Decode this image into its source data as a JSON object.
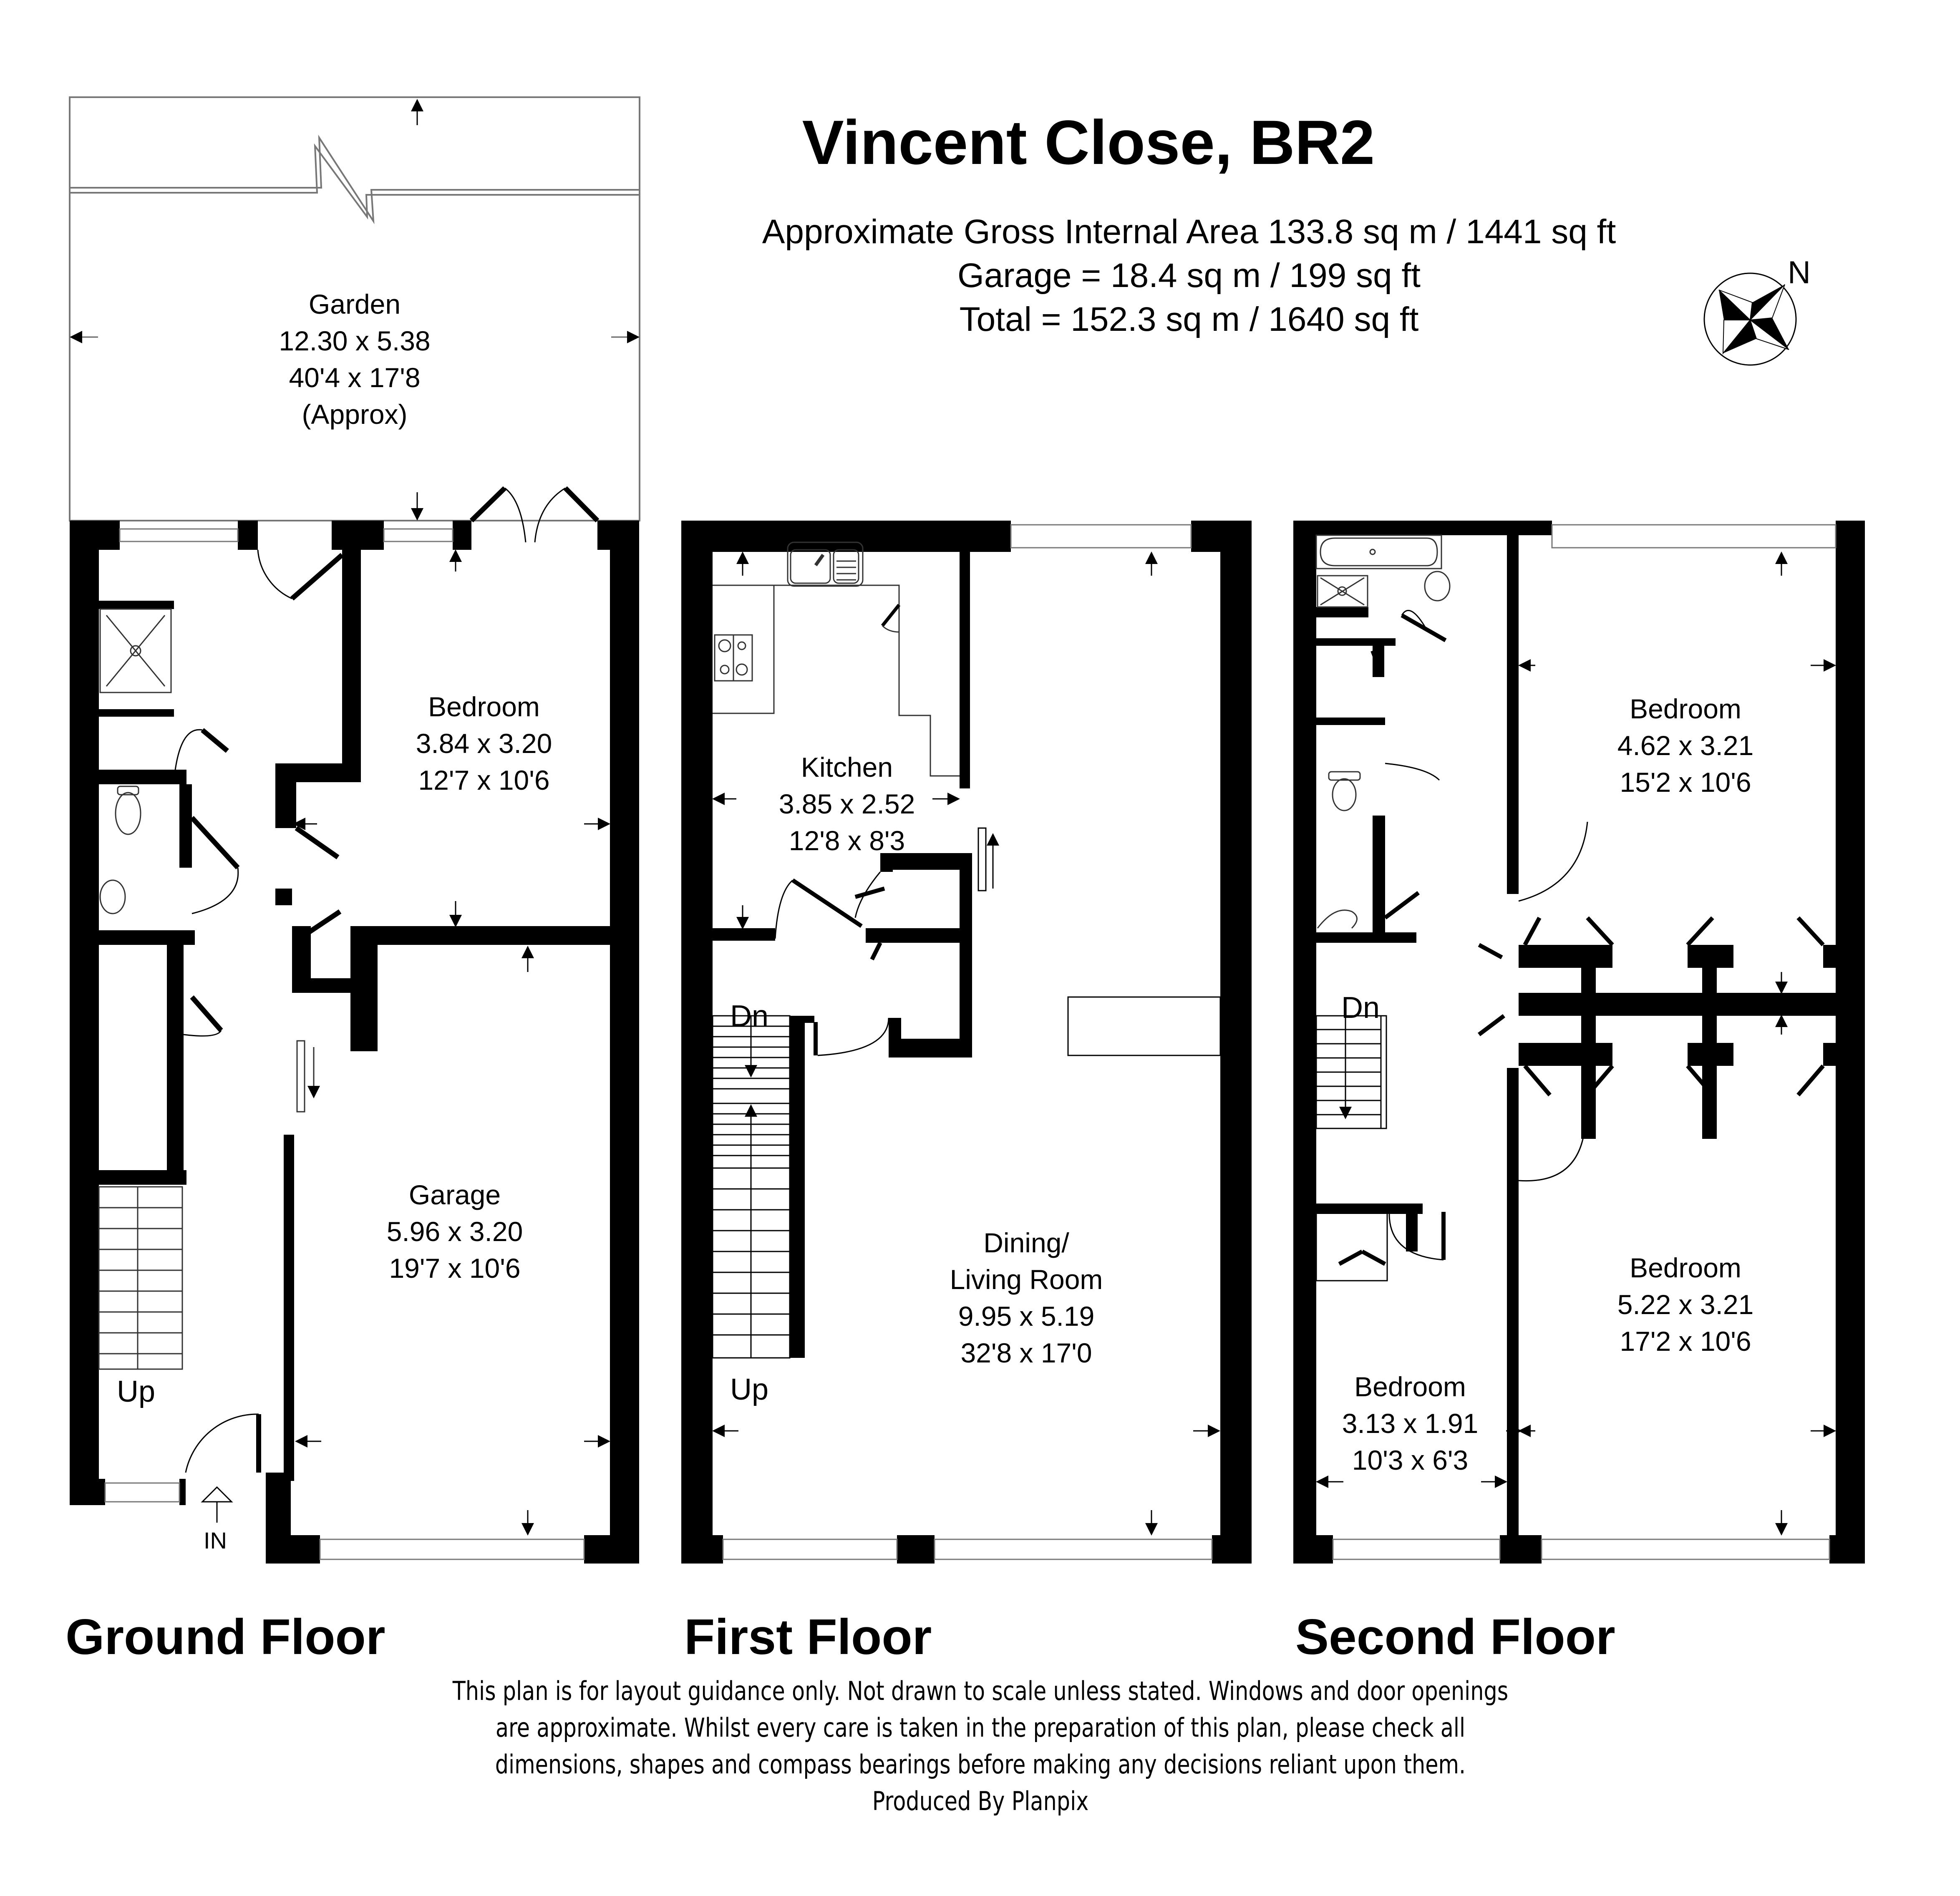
{
  "header": {
    "title": "Vincent Close, BR2",
    "gross_internal_area": "Approximate Gross Internal Area 133.8 sq m / 1441 sq ft",
    "garage_area": "Garage = 18.4 sq m / 199 sq ft",
    "total_area": "Total = 152.3 sq m / 1640 sq ft"
  },
  "compass": {
    "label": "N",
    "icon": "compass-rose-icon"
  },
  "floors": [
    {
      "name": "Ground Floor",
      "rooms": [
        {
          "name": "Garden",
          "metric": "12.30 x 5.38",
          "imperial": "40'4 x 17'8",
          "note": "(Approx)"
        },
        {
          "name": "Bedroom",
          "metric": "3.84 x 3.20",
          "imperial": "12'7 x 10'6"
        },
        {
          "name": "Garage",
          "metric": "5.96 x 3.20",
          "imperial": "19'7 x 10'6"
        }
      ],
      "stairs": {
        "label": "Up"
      },
      "entrance": {
        "label": "IN",
        "icon": "entrance-arrow-icon"
      }
    },
    {
      "name": "First Floor",
      "rooms": [
        {
          "name": "Kitchen",
          "metric": "3.85 x 2.52",
          "imperial": "12'8 x 8'3"
        },
        {
          "name": "Dining/",
          "name2": "Living Room",
          "metric": "9.95 x 5.19",
          "imperial": "32'8 x 17'0"
        }
      ],
      "stairs": {
        "down_label": "Dn",
        "up_label": "Up"
      }
    },
    {
      "name": "Second Floor",
      "rooms": [
        {
          "name": "Bedroom",
          "metric": "4.62 x 3.21",
          "imperial": "15'2 x 10'6"
        },
        {
          "name": "Bedroom",
          "metric": "5.22 x 3.21",
          "imperial": "17'2 x 10'6"
        },
        {
          "name": "Bedroom",
          "metric": "3.13 x 1.91",
          "imperial": "10'3 x 6'3"
        }
      ],
      "stairs": {
        "down_label": "Dn"
      }
    }
  ],
  "footer": {
    "line1": "This plan is for layout guidance only. Not drawn to scale unless stated. Windows and door openings",
    "line2": "are approximate. Whilst every care is taken in the preparation of this plan, please check all",
    "line3": "dimensions, shapes and compass bearings before making any decisions reliant upon them.",
    "line4": "Produced By Planpix"
  },
  "colors": {
    "wall": "#000000",
    "background": "#ffffff",
    "fixture_line": "#555555"
  }
}
